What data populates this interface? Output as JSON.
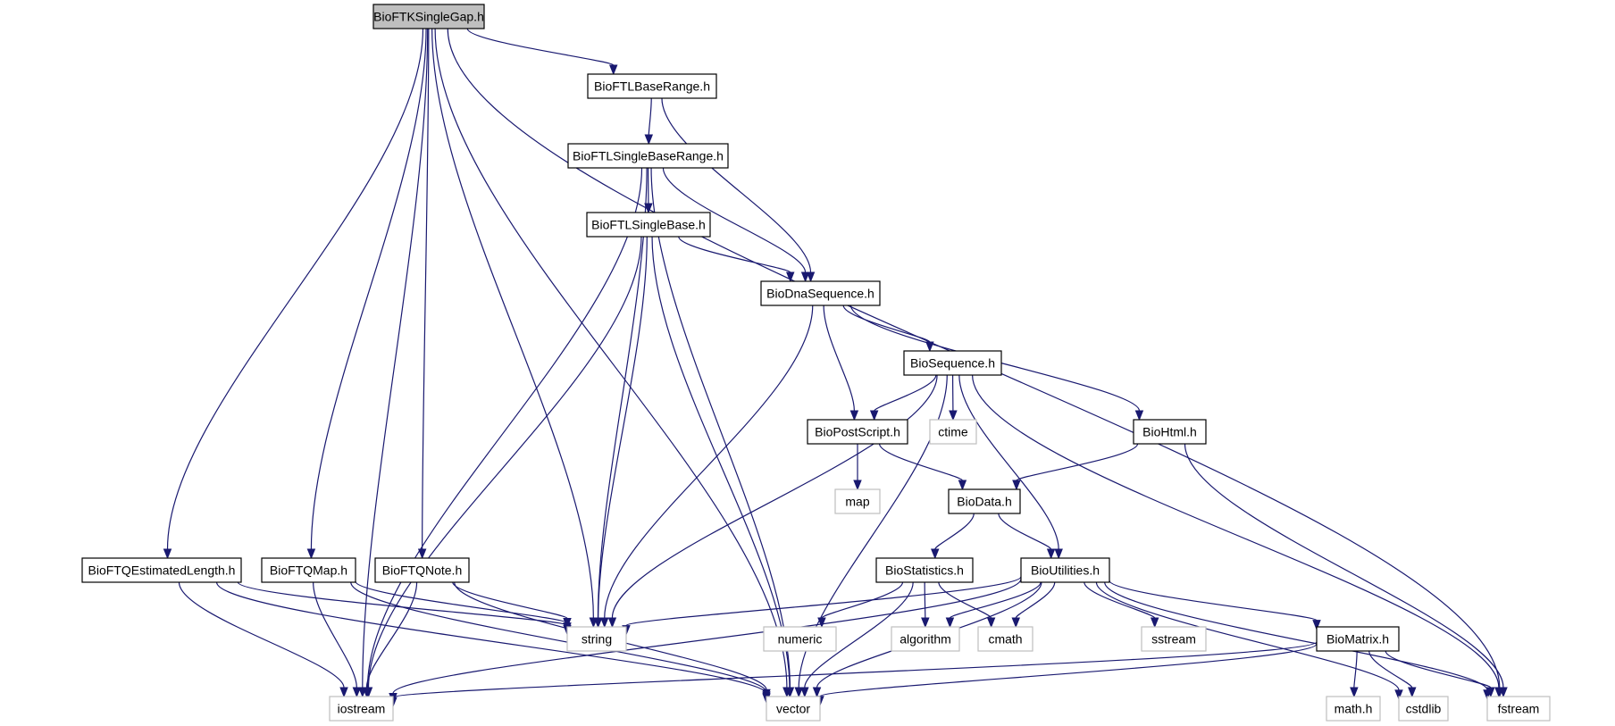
{
  "graph": {
    "nodes": [
      {
        "id": "root",
        "label": "BioFTKSingleGap.h",
        "kind": "root"
      },
      {
        "id": "baserange",
        "label": "BioFTLBaseRange.h",
        "kind": "header"
      },
      {
        "id": "singlebaserange",
        "label": "BioFTLSingleBaseRange.h",
        "kind": "header"
      },
      {
        "id": "singlebase",
        "label": "BioFTLSingleBase.h",
        "kind": "header"
      },
      {
        "id": "dnaseq",
        "label": "BioDnaSequence.h",
        "kind": "header"
      },
      {
        "id": "sequence",
        "label": "BioSequence.h",
        "kind": "header"
      },
      {
        "id": "postscript",
        "label": "BioPostScript.h",
        "kind": "header"
      },
      {
        "id": "ctime",
        "label": "ctime",
        "kind": "system"
      },
      {
        "id": "html",
        "label": "BioHtml.h",
        "kind": "header"
      },
      {
        "id": "map",
        "label": "map",
        "kind": "system"
      },
      {
        "id": "data",
        "label": "BioData.h",
        "kind": "header"
      },
      {
        "id": "estlen",
        "label": "BioFTQEstimatedLength.h",
        "kind": "header"
      },
      {
        "id": "ftqmap",
        "label": "BioFTQMap.h",
        "kind": "header"
      },
      {
        "id": "ftqnote",
        "label": "BioFTQNote.h",
        "kind": "header"
      },
      {
        "id": "statistics",
        "label": "BioStatistics.h",
        "kind": "header"
      },
      {
        "id": "utilities",
        "label": "BioUtilities.h",
        "kind": "header"
      },
      {
        "id": "string",
        "label": "string",
        "kind": "system"
      },
      {
        "id": "numeric",
        "label": "numeric",
        "kind": "system"
      },
      {
        "id": "algorithm",
        "label": "algorithm",
        "kind": "system"
      },
      {
        "id": "cmath",
        "label": "cmath",
        "kind": "system"
      },
      {
        "id": "sstream",
        "label": "sstream",
        "kind": "system"
      },
      {
        "id": "matrix",
        "label": "BioMatrix.h",
        "kind": "header"
      },
      {
        "id": "iostream",
        "label": "iostream",
        "kind": "system"
      },
      {
        "id": "vector",
        "label": "vector",
        "kind": "system"
      },
      {
        "id": "mathh",
        "label": "math.h",
        "kind": "system"
      },
      {
        "id": "cstdlib",
        "label": "cstdlib",
        "kind": "system"
      },
      {
        "id": "fstream",
        "label": "fstream",
        "kind": "system"
      }
    ],
    "edges": [
      [
        "root",
        "baserange"
      ],
      [
        "root",
        "estlen"
      ],
      [
        "root",
        "ftqmap"
      ],
      [
        "root",
        "ftqnote"
      ],
      [
        "root",
        "string"
      ],
      [
        "root",
        "iostream"
      ],
      [
        "root",
        "vector"
      ],
      [
        "root",
        "fstream"
      ],
      [
        "baserange",
        "singlebaserange"
      ],
      [
        "baserange",
        "dnaseq"
      ],
      [
        "singlebaserange",
        "singlebase"
      ],
      [
        "singlebaserange",
        "dnaseq"
      ],
      [
        "singlebaserange",
        "string"
      ],
      [
        "singlebaserange",
        "iostream"
      ],
      [
        "singlebaserange",
        "vector"
      ],
      [
        "singlebase",
        "dnaseq"
      ],
      [
        "singlebase",
        "string"
      ],
      [
        "singlebase",
        "iostream"
      ],
      [
        "singlebase",
        "vector"
      ],
      [
        "dnaseq",
        "sequence"
      ],
      [
        "dnaseq",
        "postscript"
      ],
      [
        "dnaseq",
        "html"
      ],
      [
        "dnaseq",
        "string"
      ],
      [
        "sequence",
        "postscript"
      ],
      [
        "sequence",
        "ctime"
      ],
      [
        "sequence",
        "utilities"
      ],
      [
        "sequence",
        "string"
      ],
      [
        "sequence",
        "vector"
      ],
      [
        "sequence",
        "fstream"
      ],
      [
        "postscript",
        "map"
      ],
      [
        "postscript",
        "data"
      ],
      [
        "html",
        "data"
      ],
      [
        "html",
        "fstream"
      ],
      [
        "data",
        "statistics"
      ],
      [
        "data",
        "utilities"
      ],
      [
        "statistics",
        "numeric"
      ],
      [
        "statistics",
        "algorithm"
      ],
      [
        "statistics",
        "cmath"
      ],
      [
        "statistics",
        "vector"
      ],
      [
        "utilities",
        "string"
      ],
      [
        "utilities",
        "algorithm"
      ],
      [
        "utilities",
        "cmath"
      ],
      [
        "utilities",
        "sstream"
      ],
      [
        "utilities",
        "matrix"
      ],
      [
        "utilities",
        "iostream"
      ],
      [
        "utilities",
        "vector"
      ],
      [
        "utilities",
        "cstdlib"
      ],
      [
        "utilities",
        "fstream"
      ],
      [
        "matrix",
        "iostream"
      ],
      [
        "matrix",
        "vector"
      ],
      [
        "matrix",
        "mathh"
      ],
      [
        "matrix",
        "cstdlib"
      ],
      [
        "matrix",
        "fstream"
      ],
      [
        "estlen",
        "string"
      ],
      [
        "estlen",
        "iostream"
      ],
      [
        "estlen",
        "vector"
      ],
      [
        "ftqmap",
        "string"
      ],
      [
        "ftqmap",
        "iostream"
      ],
      [
        "ftqmap",
        "vector"
      ],
      [
        "ftqnote",
        "string"
      ],
      [
        "ftqnote",
        "iostream"
      ],
      [
        "ftqnote",
        "vector"
      ]
    ]
  }
}
